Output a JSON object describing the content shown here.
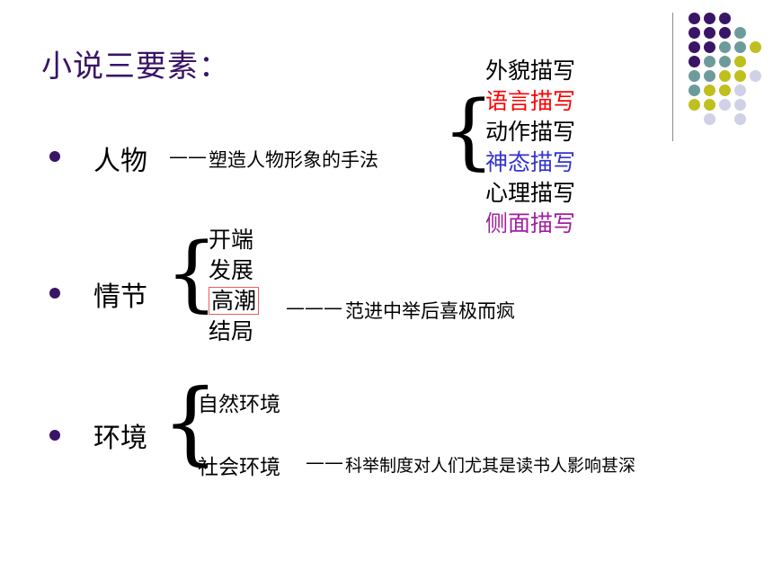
{
  "title": "小说三要素：",
  "sections": {
    "characters": {
      "label": "人物",
      "dash": "——",
      "note": "塑造人物形象的手法",
      "items": [
        {
          "text": "外貌描写",
          "color": "#000000"
        },
        {
          "text": "语言描写",
          "color": "#ff0000"
        },
        {
          "text": "动作描写",
          "color": "#000000"
        },
        {
          "text": "神态描写",
          "color": "#3333cc"
        },
        {
          "text": "心理描写",
          "color": "#000000"
        },
        {
          "text": "侧面描写",
          "color": "#a020a0"
        }
      ]
    },
    "plot": {
      "label": "情节",
      "items": [
        "开端",
        "发展",
        "高潮",
        "结局"
      ],
      "dash": "———",
      "note": "范进中举后喜极而疯"
    },
    "environment": {
      "label": "环境",
      "items": [
        "自然环境",
        "社会环境"
      ],
      "dash": "——",
      "note": "科举制度对人们尤其是读书人影响甚深"
    }
  },
  "colors": {
    "title": "#3a1466",
    "bullet": "#3a1466",
    "dot_purple": "#3a1466",
    "dot_teal": "#6d9b9b",
    "dot_olive": "#bfbf1f",
    "dot_lavender": "#d0d0e6"
  }
}
